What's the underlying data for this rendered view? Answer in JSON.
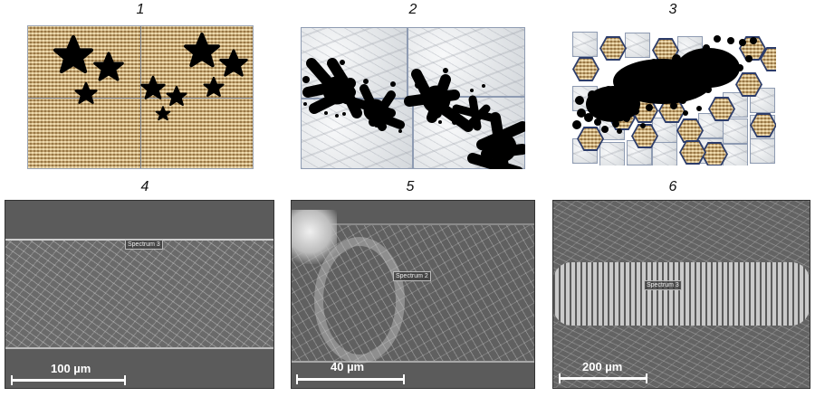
{
  "figure": {
    "panels": [
      {
        "id": 1,
        "label": "1",
        "type": "schematic",
        "description": "Black stars on burlap fabric (4 fabric quadrants)"
      },
      {
        "id": 2,
        "label": "2",
        "type": "schematic",
        "description": "Black ink splatters on marble tiles"
      },
      {
        "id": 3,
        "label": "3",
        "type": "schematic",
        "description": "Black dots over mosaic of hexagonal burlap and square marble tiles"
      },
      {
        "id": 4,
        "label": "4",
        "type": "sem_micrograph",
        "spectrum_label": "Spectrum 3",
        "scale_bar": "100 µm"
      },
      {
        "id": 5,
        "label": "5",
        "type": "sem_micrograph",
        "spectrum_label": "Spectrum 2",
        "scale_bar": "40 µm"
      },
      {
        "id": 6,
        "label": "6",
        "type": "sem_micrograph",
        "spectrum_label": "Spectrum 3",
        "scale_bar": "200 µm"
      }
    ]
  },
  "colors": {
    "burlap": "#c9a66b",
    "marble": "#e6e8ea",
    "ink": "#000000",
    "tile_border": "#8e9bb2",
    "hex_border": "#2c3c6a",
    "sem_background": "#5b5b5b"
  }
}
